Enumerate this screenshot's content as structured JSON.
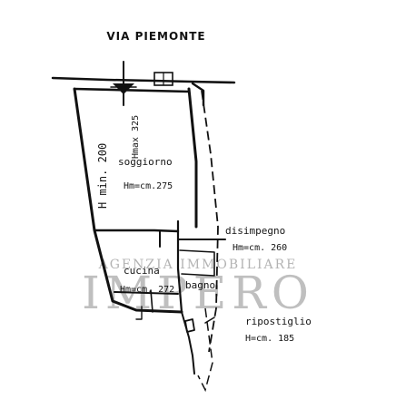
{
  "street": {
    "name": "VIA PIEMONTE"
  },
  "rooms": {
    "soggiorno": {
      "name": "soggiorno",
      "height": "Hm=cm.275",
      "h_min": "H min. 200",
      "h_max": "Hmax 325"
    },
    "disimpegno": {
      "name": "disimpegno",
      "height": "Hm=cm. 260"
    },
    "cucina": {
      "name": "cucina",
      "height": "Hm=cm. 272"
    },
    "bagno": {
      "name": "bagno"
    },
    "ripostiglio": {
      "name": "ripostiglio",
      "height": "H=cm. 185"
    }
  },
  "watermark": {
    "small": "AGENZIA IMMOBILIARE",
    "big": "IMPERO"
  }
}
